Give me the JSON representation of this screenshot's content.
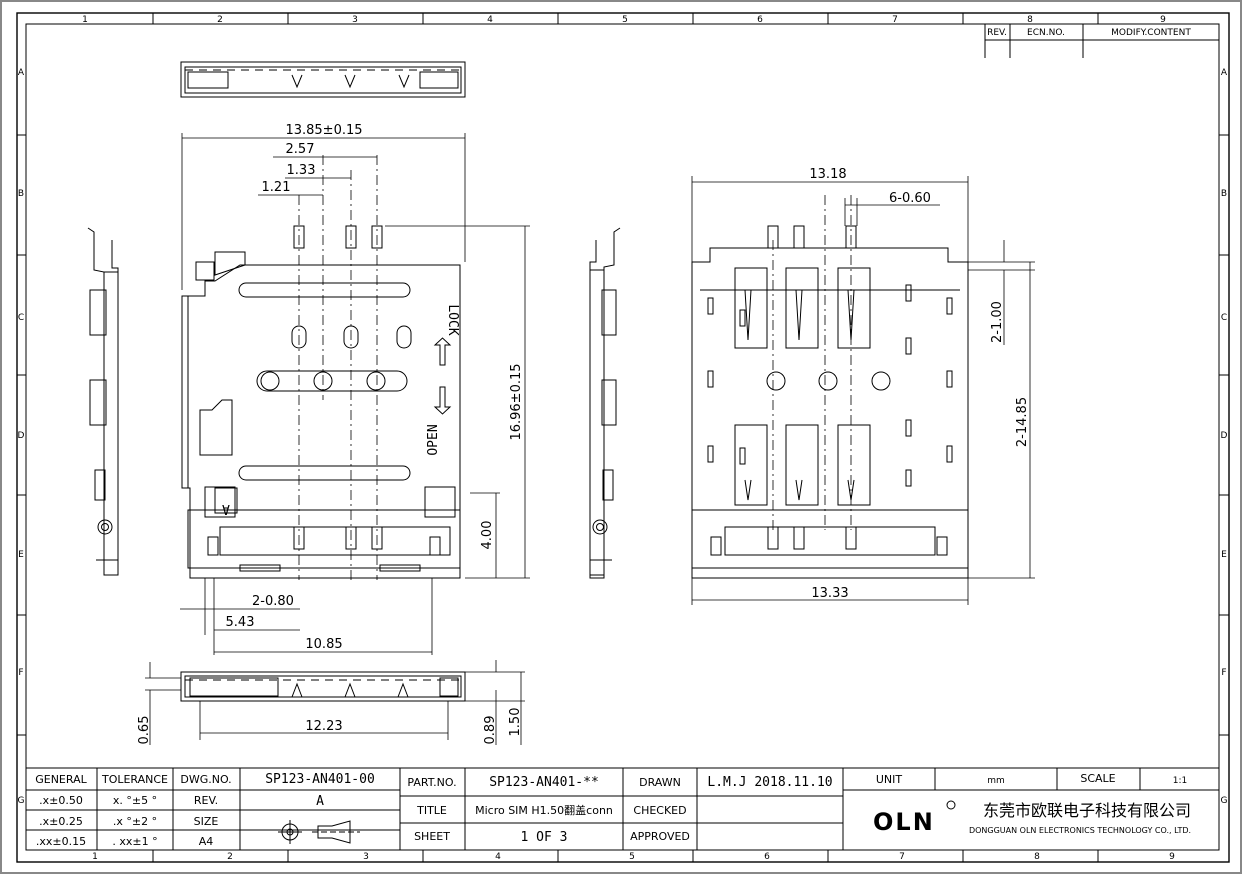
{
  "zones": {
    "cols": [
      "1",
      "2",
      "3",
      "4",
      "5",
      "6",
      "7",
      "8",
      "9"
    ],
    "rows": [
      "A",
      "B",
      "C",
      "D",
      "E",
      "F",
      "G"
    ]
  },
  "revision_table": {
    "rev": "REV.",
    "ecn": "ECN.NO.",
    "modify": "MODIFY.CONTENT"
  },
  "dimensions": {
    "top_total_width": "13.85±0.15",
    "top_257": "2.57",
    "top_133": "1.33",
    "top_121": "1.21",
    "height_total": "16.96±0.15",
    "height_400": "4.00",
    "bottom_2x080": "2-0.80",
    "bottom_543": "5.43",
    "bottom_1085": "10.85",
    "right_1318": "13.18",
    "right_6x060": "6-0.60",
    "right_2x100": "2-1.00",
    "right_2x1485": "2-14.85",
    "right_1333": "13.33",
    "side_1223": "12.23",
    "side_065": "0.65",
    "side_089": "0.89",
    "side_150": "1.50"
  },
  "labels": {
    "lock": "LOCK",
    "open": "OPEN",
    "card_a": "A"
  },
  "title_block": {
    "general": "GENERAL",
    "tolerance": "TOLERANCE",
    "tol_x": ".x±0.50",
    "tol_x_angle": "x. °±5 °",
    "tol_xx": ".x±0.25",
    "tol_xx_angle": ".x °±2 °",
    "tol_xxx": ".xx±0.15",
    "tol_xxx_angle": ". xx±1 °",
    "dwg_no_label": "DWG.NO.",
    "dwg_no": "SP123-AN401-00",
    "rev_label": "REV.",
    "rev": "A",
    "size_label": "SIZE",
    "size": "A4",
    "part_no_label": "PART.NO.",
    "part_no": "SP123-AN401-**",
    "title_label": "TITLE",
    "title": "Micro SIM H1.50翻盖conn",
    "sheet_label": "SHEET",
    "sheet": "1 OF 3",
    "drawn_label": "DRAWN",
    "drawn": "L.M.J 2018.11.10",
    "checked_label": "CHECKED",
    "approved_label": "APPROVED",
    "unit_label": "UNIT",
    "unit": "mm",
    "scale_label": "SCALE",
    "scale": "1:1",
    "company_logo": "OLN",
    "company_cn": "东莞市欧联电子科技有限公司",
    "company_en": "DONGGUAN OLN ELECTRONICS TECHNOLOGY CO., LTD."
  }
}
